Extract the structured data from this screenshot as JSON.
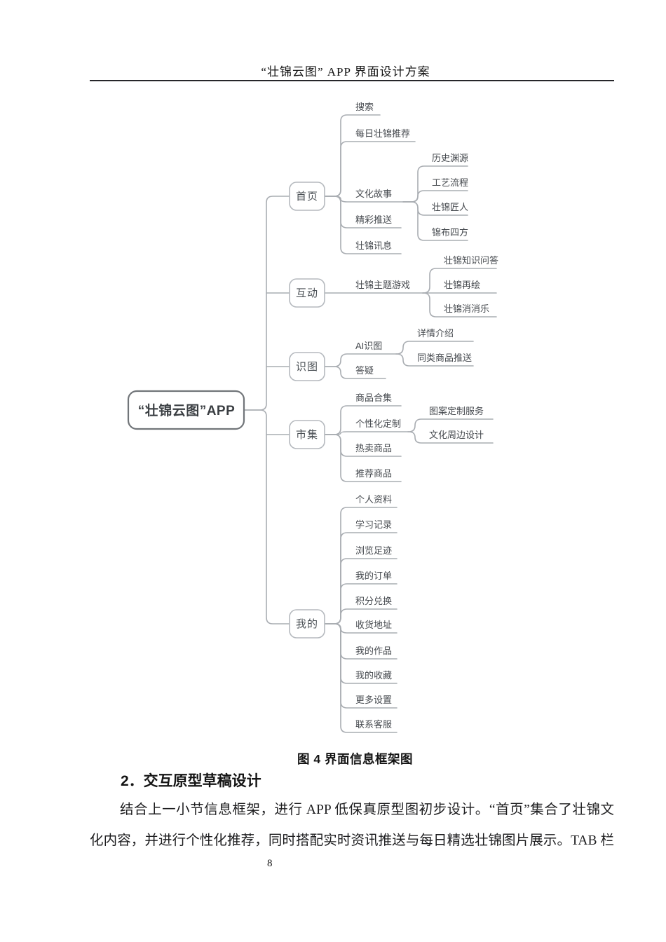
{
  "page": {
    "header_title": "“壮锦云图” APP 界面设计方案",
    "caption": "图 4  界面信息框架图",
    "section_heading": "2．交互原型草稿设计",
    "paragraph_line1": "结合上一小节信息框架，进行 APP 低保真原型图初步设计。“首页”集合了壮锦文",
    "paragraph_line2": "化内容，并进行个性化推荐，同时搭配实时资讯推送与每日精选壮锦图片展示。TAB 栏",
    "page_number": "8"
  },
  "mindmap": {
    "root": "“壮锦云图”APP",
    "branches": [
      {
        "label": "首页",
        "children": [
          {
            "label": "搜索"
          },
          {
            "label": "每日壮锦推荐"
          },
          {
            "label": "文化故事",
            "children": [
              {
                "label": "历史渊源"
              },
              {
                "label": "工艺流程"
              },
              {
                "label": "壮锦匠人"
              },
              {
                "label": "锦布四方"
              }
            ]
          },
          {
            "label": "精彩推送"
          },
          {
            "label": "壮锦讯息"
          }
        ]
      },
      {
        "label": "互动",
        "children": [
          {
            "label": "壮锦主题游戏",
            "children": [
              {
                "label": "壮锦知识问答"
              },
              {
                "label": "壮锦再绘"
              },
              {
                "label": "壮锦消消乐"
              }
            ]
          }
        ]
      },
      {
        "label": "识图",
        "children": [
          {
            "label": "AI识图",
            "children": [
              {
                "label": "详情介绍"
              },
              {
                "label": "同类商品推送"
              }
            ]
          },
          {
            "label": "答疑"
          }
        ]
      },
      {
        "label": "市集",
        "children": [
          {
            "label": "商品合集"
          },
          {
            "label": "个性化定制",
            "children": [
              {
                "label": "图案定制服务"
              },
              {
                "label": "文化周边设计"
              }
            ]
          },
          {
            "label": "热卖商品"
          },
          {
            "label": "推荐商品"
          }
        ]
      },
      {
        "label": "我的",
        "children": [
          {
            "label": "个人资料"
          },
          {
            "label": "学习记录"
          },
          {
            "label": "浏览足迹"
          },
          {
            "label": "我的订单"
          },
          {
            "label": "积分兑换"
          },
          {
            "label": "收货地址"
          },
          {
            "label": "我的作品"
          },
          {
            "label": "我的收藏"
          },
          {
            "label": "更多设置"
          },
          {
            "label": "联系客服"
          }
        ]
      }
    ]
  }
}
